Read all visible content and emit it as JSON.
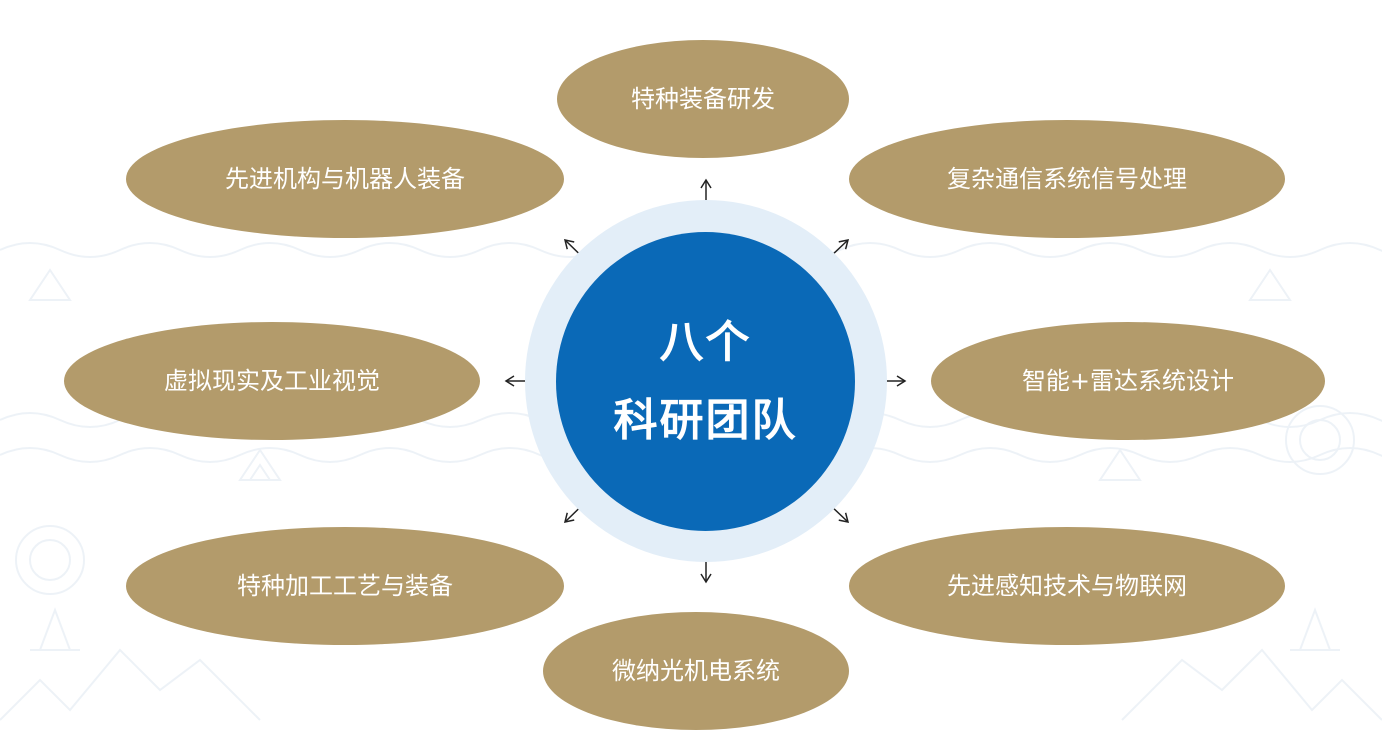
{
  "hub": {
    "line1": "八个",
    "line2": "科研团队",
    "color": "#0a69b7",
    "halo_color": "#e3eef8"
  },
  "teams": [
    {
      "label": "特种装备研发"
    },
    {
      "label": "先进机构与机器人装备"
    },
    {
      "label": "复杂通信系统信号处理"
    },
    {
      "label": "虚拟现实及工业视觉"
    },
    {
      "label": "智能+雷达系统设计"
    },
    {
      "label": "特种加工工艺与装备"
    },
    {
      "label": "先进感知技术与物联网"
    },
    {
      "label": "微纳光机电系统"
    }
  ],
  "colors": {
    "team_fill": "#b39b6b",
    "arrow": "#222222",
    "pattern": "#dfe8f1"
  }
}
